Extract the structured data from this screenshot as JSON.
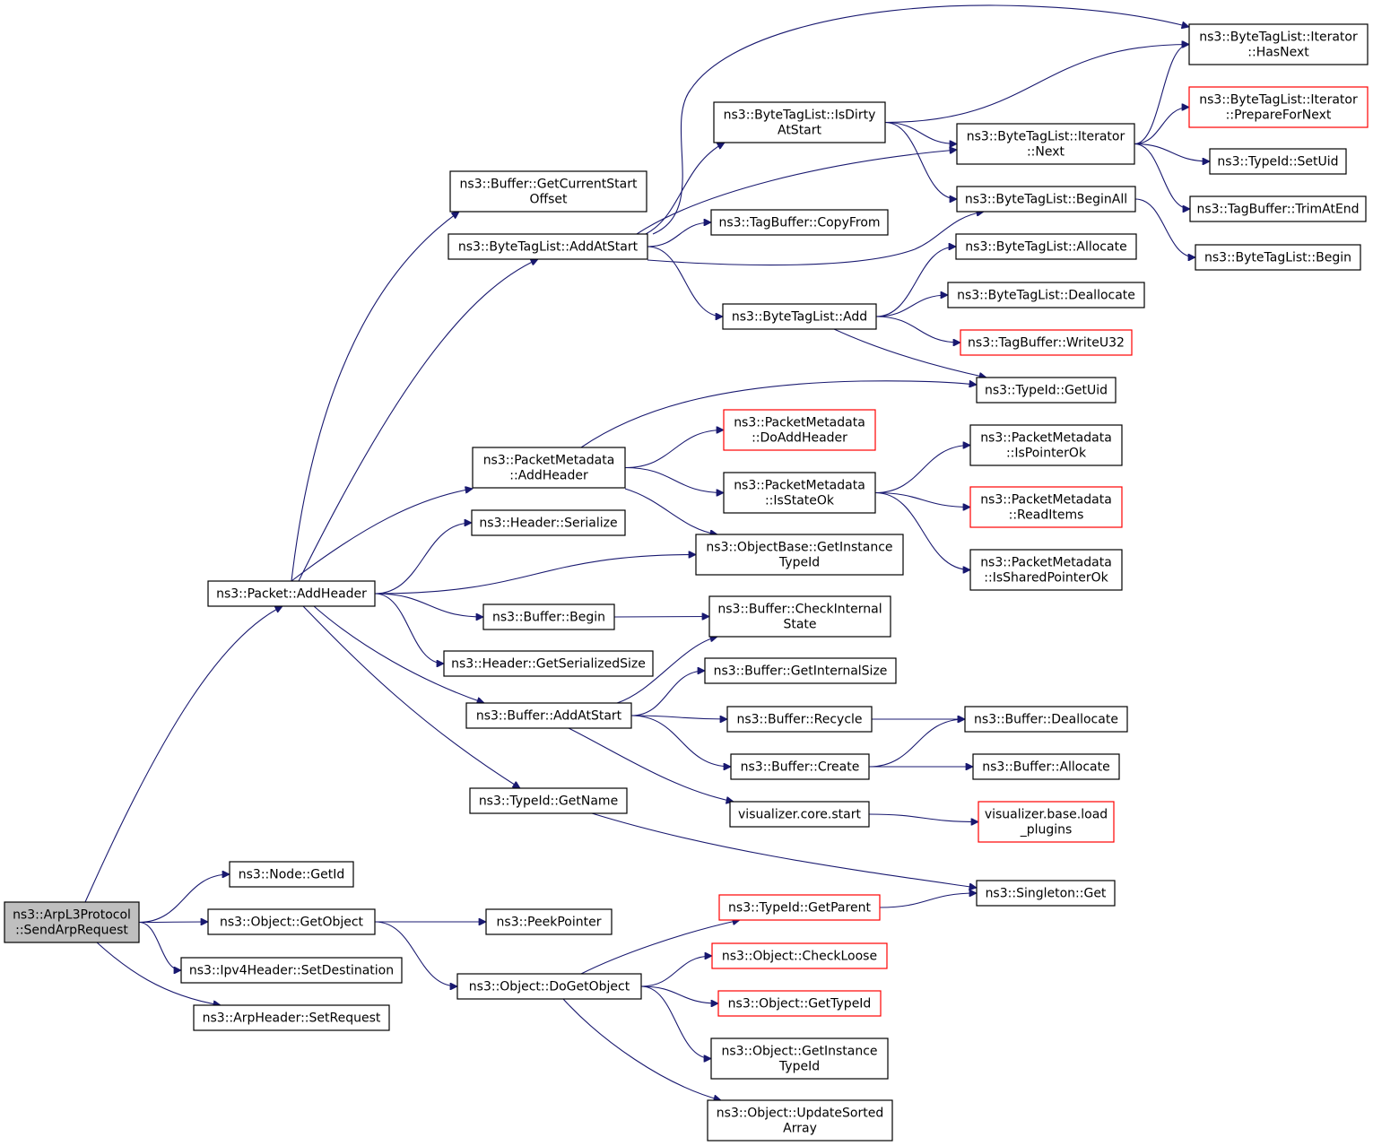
{
  "colors": {
    "edge": "#191970",
    "node_border": "#000000",
    "node_border_undocumented": "#ff0000",
    "root_fill": "#bfbfbf",
    "node_fill": "#ffffff"
  },
  "nodes": [
    {
      "id": "root",
      "lines": [
        "ns3::ArpL3Protocol",
        "::SendArpRequest"
      ],
      "style": "root"
    },
    {
      "id": "packet_addheader",
      "lines": [
        "ns3::Packet::AddHeader"
      ],
      "style": "normal"
    },
    {
      "id": "node_getid",
      "lines": [
        "ns3::Node::GetId"
      ],
      "style": "normal"
    },
    {
      "id": "object_getobject",
      "lines": [
        "ns3::Object::GetObject"
      ],
      "style": "normal"
    },
    {
      "id": "ipv4_setdest",
      "lines": [
        "ns3::Ipv4Header::SetDestination"
      ],
      "style": "normal"
    },
    {
      "id": "arp_setrequest",
      "lines": [
        "ns3::ArpHeader::SetRequest"
      ],
      "style": "normal"
    },
    {
      "id": "buffer_getcurstart",
      "lines": [
        "ns3::Buffer::GetCurrentStart",
        "Offset"
      ],
      "style": "normal"
    },
    {
      "id": "btl_addatstart",
      "lines": [
        "ns3::ByteTagList::AddAtStart"
      ],
      "style": "normal"
    },
    {
      "id": "pm_addheader",
      "lines": [
        "ns3::PacketMetadata",
        "::AddHeader"
      ],
      "style": "normal"
    },
    {
      "id": "header_serialize",
      "lines": [
        "ns3::Header::Serialize"
      ],
      "style": "normal"
    },
    {
      "id": "buffer_begin",
      "lines": [
        "ns3::Buffer::Begin"
      ],
      "style": "normal"
    },
    {
      "id": "header_getsersize",
      "lines": [
        "ns3::Header::GetSerializedSize"
      ],
      "style": "normal"
    },
    {
      "id": "buffer_addatstart",
      "lines": [
        "ns3::Buffer::AddAtStart"
      ],
      "style": "normal"
    },
    {
      "id": "typeid_getname",
      "lines": [
        "ns3::TypeId::GetName"
      ],
      "style": "normal"
    },
    {
      "id": "peekpointer",
      "lines": [
        "ns3::PeekPointer"
      ],
      "style": "normal"
    },
    {
      "id": "object_dogetobject",
      "lines": [
        "ns3::Object::DoGetObject"
      ],
      "style": "normal"
    },
    {
      "id": "btl_isdirty",
      "lines": [
        "ns3::ByteTagList::IsDirty",
        "AtStart"
      ],
      "style": "normal"
    },
    {
      "id": "tagbuffer_copyfrom",
      "lines": [
        "ns3::TagBuffer::CopyFrom"
      ],
      "style": "normal"
    },
    {
      "id": "btl_add",
      "lines": [
        "ns3::ByteTagList::Add"
      ],
      "style": "normal"
    },
    {
      "id": "pm_doaddheader",
      "lines": [
        "ns3::PacketMetadata",
        "::DoAddHeader"
      ],
      "style": "red"
    },
    {
      "id": "pm_isstateok",
      "lines": [
        "ns3::PacketMetadata",
        "::IsStateOk"
      ],
      "style": "normal"
    },
    {
      "id": "objbase_getinsttypeid",
      "lines": [
        "ns3::ObjectBase::GetInstance",
        "TypeId"
      ],
      "style": "normal"
    },
    {
      "id": "buffer_checkinternal",
      "lines": [
        "ns3::Buffer::CheckInternal",
        "State"
      ],
      "style": "normal"
    },
    {
      "id": "buffer_getinternalsize",
      "lines": [
        "ns3::Buffer::GetInternalSize"
      ],
      "style": "normal"
    },
    {
      "id": "buffer_recycle",
      "lines": [
        "ns3::Buffer::Recycle"
      ],
      "style": "normal"
    },
    {
      "id": "buffer_create",
      "lines": [
        "ns3::Buffer::Create"
      ],
      "style": "normal"
    },
    {
      "id": "visualizer_core_start",
      "lines": [
        "visualizer.core.start"
      ],
      "style": "normal"
    },
    {
      "id": "typeid_getparent",
      "lines": [
        "ns3::TypeId::GetParent"
      ],
      "style": "red"
    },
    {
      "id": "object_checkloose",
      "lines": [
        "ns3::Object::CheckLoose"
      ],
      "style": "red"
    },
    {
      "id": "object_gettypeid",
      "lines": [
        "ns3::Object::GetTypeId"
      ],
      "style": "red"
    },
    {
      "id": "object_getinsttypeid",
      "lines": [
        "ns3::Object::GetInstance",
        "TypeId"
      ],
      "style": "normal"
    },
    {
      "id": "object_updatesorted",
      "lines": [
        "ns3::Object::UpdateSorted",
        "Array"
      ],
      "style": "normal"
    },
    {
      "id": "btli_next",
      "lines": [
        "ns3::ByteTagList::Iterator",
        "::Next"
      ],
      "style": "normal"
    },
    {
      "id": "btl_beginall",
      "lines": [
        "ns3::ByteTagList::BeginAll"
      ],
      "style": "normal"
    },
    {
      "id": "btl_allocate",
      "lines": [
        "ns3::ByteTagList::Allocate"
      ],
      "style": "normal"
    },
    {
      "id": "btl_deallocate",
      "lines": [
        "ns3::ByteTagList::Deallocate"
      ],
      "style": "normal"
    },
    {
      "id": "tagbuffer_writeu32",
      "lines": [
        "ns3::TagBuffer::WriteU32"
      ],
      "style": "red"
    },
    {
      "id": "typeid_getuid",
      "lines": [
        "ns3::TypeId::GetUid"
      ],
      "style": "normal"
    },
    {
      "id": "pm_ispointerok",
      "lines": [
        "ns3::PacketMetadata",
        "::IsPointerOk"
      ],
      "style": "normal"
    },
    {
      "id": "pm_readitems",
      "lines": [
        "ns3::PacketMetadata",
        "::ReadItems"
      ],
      "style": "red"
    },
    {
      "id": "pm_issharedpointerok",
      "lines": [
        "ns3::PacketMetadata",
        "::IsSharedPointerOk"
      ],
      "style": "normal"
    },
    {
      "id": "buffer_deallocate",
      "lines": [
        "ns3::Buffer::Deallocate"
      ],
      "style": "normal"
    },
    {
      "id": "buffer_allocate",
      "lines": [
        "ns3::Buffer::Allocate"
      ],
      "style": "normal"
    },
    {
      "id": "visualizer_base_load",
      "lines": [
        "visualizer.base.load",
        "_plugins"
      ],
      "style": "red"
    },
    {
      "id": "singleton_get",
      "lines": [
        "ns3::Singleton::Get"
      ],
      "style": "normal"
    },
    {
      "id": "btli_hasnext",
      "lines": [
        "ns3::ByteTagList::Iterator",
        "::HasNext"
      ],
      "style": "normal"
    },
    {
      "id": "btli_preparefornext",
      "lines": [
        "ns3::ByteTagList::Iterator",
        "::PrepareForNext"
      ],
      "style": "red"
    },
    {
      "id": "typeid_setuid",
      "lines": [
        "ns3::TypeId::SetUid"
      ],
      "style": "normal"
    },
    {
      "id": "tagbuffer_trimatend",
      "lines": [
        "ns3::TagBuffer::TrimAtEnd"
      ],
      "style": "normal"
    },
    {
      "id": "btl_begin",
      "lines": [
        "ns3::ByteTagList::Begin"
      ],
      "style": "normal"
    }
  ],
  "edges": [
    [
      "root",
      "packet_addheader"
    ],
    [
      "root",
      "node_getid"
    ],
    [
      "root",
      "object_getobject"
    ],
    [
      "root",
      "ipv4_setdest"
    ],
    [
      "root",
      "arp_setrequest"
    ],
    [
      "packet_addheader",
      "buffer_getcurstart"
    ],
    [
      "packet_addheader",
      "btl_addatstart"
    ],
    [
      "packet_addheader",
      "pm_addheader"
    ],
    [
      "packet_addheader",
      "header_serialize"
    ],
    [
      "packet_addheader",
      "objbase_getinsttypeid"
    ],
    [
      "packet_addheader",
      "buffer_begin"
    ],
    [
      "packet_addheader",
      "header_getsersize"
    ],
    [
      "packet_addheader",
      "buffer_addatstart"
    ],
    [
      "packet_addheader",
      "typeid_getname"
    ],
    [
      "object_getobject",
      "peekpointer"
    ],
    [
      "object_getobject",
      "object_dogetobject"
    ],
    [
      "btl_addatstart",
      "btli_hasnext"
    ],
    [
      "btl_addatstart",
      "btl_isdirty"
    ],
    [
      "btl_addatstart",
      "btli_next"
    ],
    [
      "btl_addatstart",
      "tagbuffer_copyfrom"
    ],
    [
      "btl_addatstart",
      "btl_beginall"
    ],
    [
      "btl_addatstart",
      "btl_add"
    ],
    [
      "btl_isdirty",
      "btli_hasnext"
    ],
    [
      "btl_isdirty",
      "btli_next"
    ],
    [
      "btl_isdirty",
      "btl_beginall"
    ],
    [
      "btli_next",
      "btli_hasnext"
    ],
    [
      "btli_next",
      "btli_preparefornext"
    ],
    [
      "btli_next",
      "typeid_setuid"
    ],
    [
      "btli_next",
      "tagbuffer_trimatend"
    ],
    [
      "btl_beginall",
      "btl_begin"
    ],
    [
      "btl_add",
      "btl_allocate"
    ],
    [
      "btl_add",
      "btl_deallocate"
    ],
    [
      "btl_add",
      "tagbuffer_writeu32"
    ],
    [
      "btl_add",
      "typeid_getuid"
    ],
    [
      "pm_addheader",
      "typeid_getuid"
    ],
    [
      "pm_addheader",
      "pm_doaddheader"
    ],
    [
      "pm_addheader",
      "pm_isstateok"
    ],
    [
      "pm_addheader",
      "objbase_getinsttypeid"
    ],
    [
      "pm_isstateok",
      "pm_ispointerok"
    ],
    [
      "pm_isstateok",
      "pm_readitems"
    ],
    [
      "pm_isstateok",
      "pm_issharedpointerok"
    ],
    [
      "buffer_begin",
      "buffer_checkinternal"
    ],
    [
      "buffer_addatstart",
      "buffer_checkinternal"
    ],
    [
      "buffer_addatstart",
      "buffer_getinternalsize"
    ],
    [
      "buffer_addatstart",
      "buffer_recycle"
    ],
    [
      "buffer_addatstart",
      "buffer_create"
    ],
    [
      "buffer_addatstart",
      "visualizer_core_start"
    ],
    [
      "buffer_recycle",
      "buffer_deallocate"
    ],
    [
      "buffer_create",
      "buffer_deallocate"
    ],
    [
      "buffer_create",
      "buffer_allocate"
    ],
    [
      "visualizer_core_start",
      "visualizer_base_load"
    ],
    [
      "typeid_getname",
      "singleton_get"
    ],
    [
      "typeid_getparent",
      "singleton_get"
    ],
    [
      "object_dogetobject",
      "typeid_getparent"
    ],
    [
      "object_dogetobject",
      "object_checkloose"
    ],
    [
      "object_dogetobject",
      "object_gettypeid"
    ],
    [
      "object_dogetobject",
      "object_getinsttypeid"
    ],
    [
      "object_dogetobject",
      "object_updatesorted"
    ]
  ]
}
